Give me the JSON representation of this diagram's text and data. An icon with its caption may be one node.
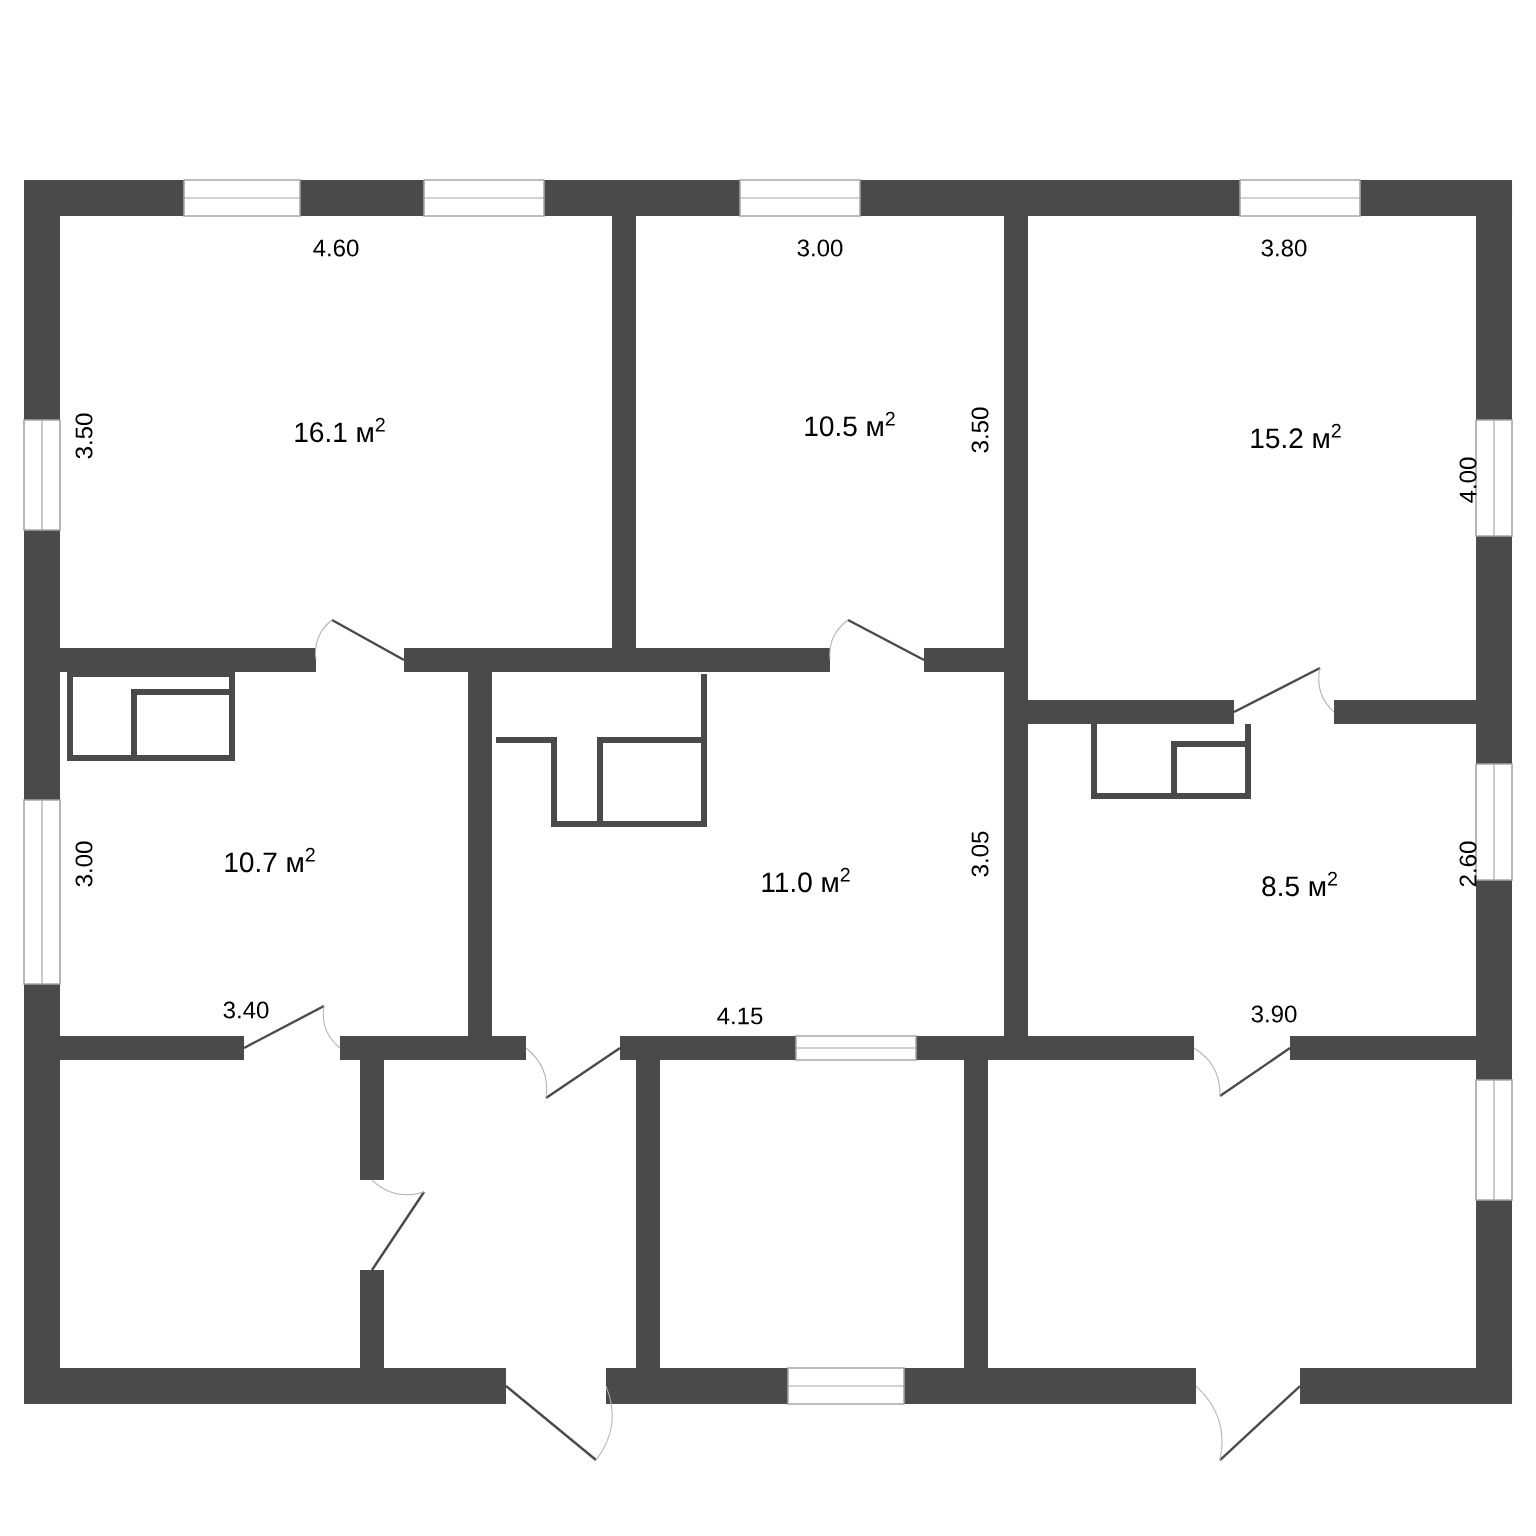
{
  "diagram": {
    "nodes": [
      {
        "text": [
          "16.1 м$^{2}$"
        ]
      },
      {
        "text": [
          "10.5 м$^{2}$"
        ]
      },
      {
        "text": [
          "15.2 м$^{2}$"
        ]
      },
      {
        "text": [
          "10.7 м$^{2}$"
        ]
      },
      {
        "text": [
          "11.0 м$^{2}$"
        ]
      },
      {
        "text": [
          "8.5 м$^{2}$"
        ]
      }
    ],
    "labels": [
      "4.60",
      "3.00",
      "3.80",
      "3.50",
      "3.50",
      "4.00",
      "3.00",
      "3.05",
      "2.60",
      "3.40",
      "4.15",
      "3.90"
    ]
  }
}
